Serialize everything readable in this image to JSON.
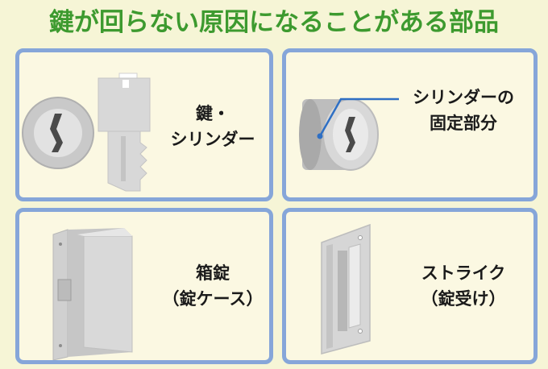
{
  "title": "鍵が回らない原因になることがある部品",
  "panels": [
    {
      "line1": "鍵・",
      "line2": "シリンダー"
    },
    {
      "line1": "シリンダーの",
      "line2": "固定部分"
    },
    {
      "line1": "箱錠",
      "line2": "（錠ケース）"
    },
    {
      "line1": "ストライク",
      "line2": "（錠受け）"
    }
  ],
  "colors": {
    "background": "#f6f5d6",
    "title": "#3d9a2f",
    "panel_border": "#86a6d9",
    "pointer_line": "#2e6fc4"
  }
}
